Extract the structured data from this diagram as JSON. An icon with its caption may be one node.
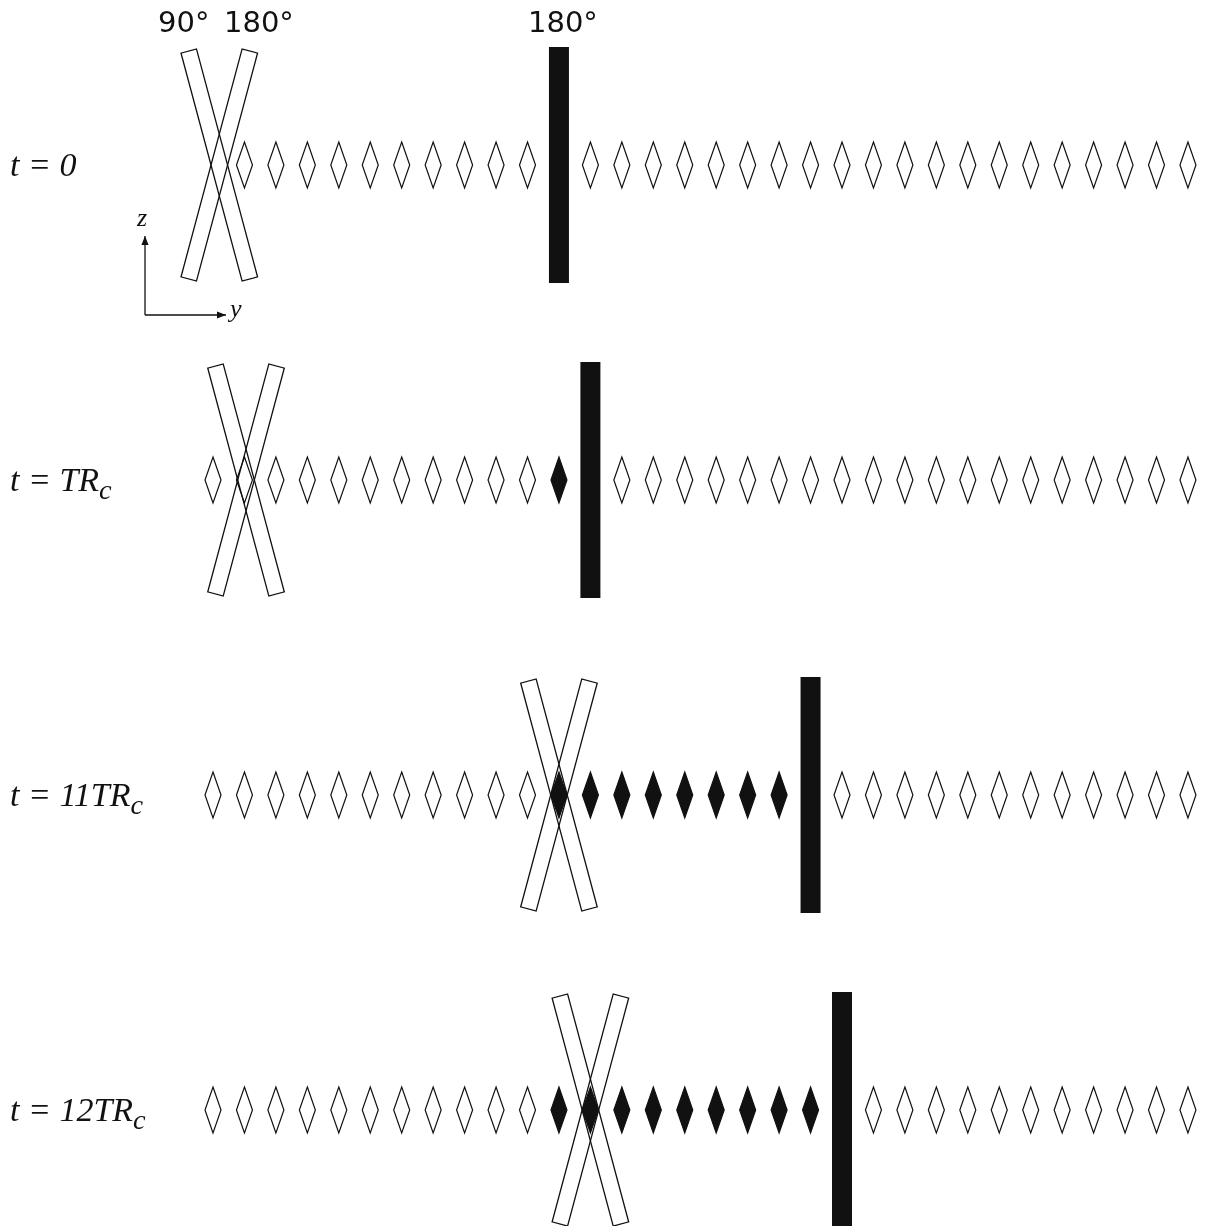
{
  "diagram": {
    "labels": [
      "90°",
      "180°",
      "180°",
      "t = 0",
      "z",
      "y",
      "t = TR$_{c}$",
      "t = 11TR$_{c}$",
      "t = 12TR$_{c}$"
    ]
  }
}
